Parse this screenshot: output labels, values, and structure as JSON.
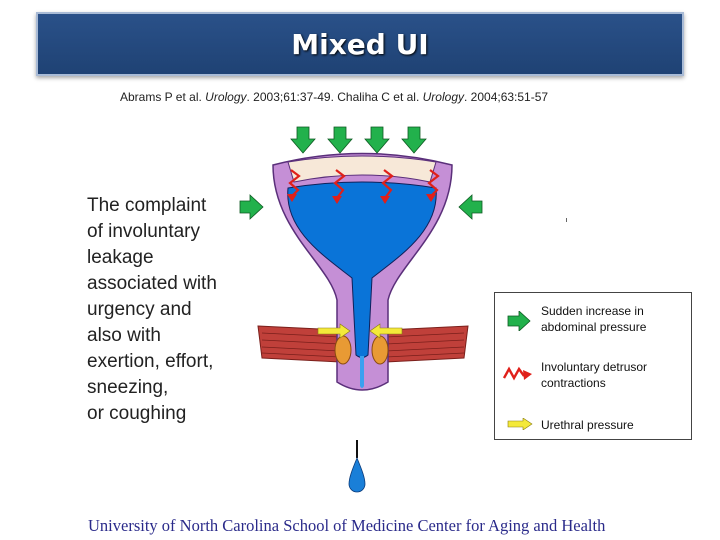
{
  "title": "Mixed UI",
  "citation": {
    "part1": "Abrams P et al. ",
    "journal1": "Urology",
    "part2": ". 2003;61:37-49.  Chaliha C et al. ",
    "journal2": "Urology",
    "part3": ". 2004;63:51-57"
  },
  "complaint_lines": [
    "The complaint",
    "of involuntary",
    "leakage",
    "associated with",
    "urgency and",
    "also with",
    "exertion, effort,",
    "sneezing,",
    "or coughing"
  ],
  "legend": {
    "items": [
      {
        "line1": "Sudden increase in",
        "line2": "abdominal pressure",
        "icon": "green-arrow-icon",
        "color": "#22b14c"
      },
      {
        "line1": "Involuntary detrusor",
        "line2": "contractions",
        "icon": "red-zigzag-arrow-icon",
        "color": "#e0201a"
      },
      {
        "line1": "Urethral pressure",
        "line2": "",
        "icon": "yellow-arrow-icon",
        "color": "#f4e93a"
      }
    ]
  },
  "footer": "University of North Carolina School of Medicine Center for Aging and Health",
  "colors": {
    "title_bg": "#1f4274",
    "bladder_wall": "#c58fd6",
    "urine": "#0a74d8",
    "muscle": "#c0403a",
    "sphincter": "#e89a34",
    "abdominal_arrow": "#22b14c",
    "detrusor_arrow": "#e0201a",
    "urethral_arrow": "#f4e93a"
  }
}
